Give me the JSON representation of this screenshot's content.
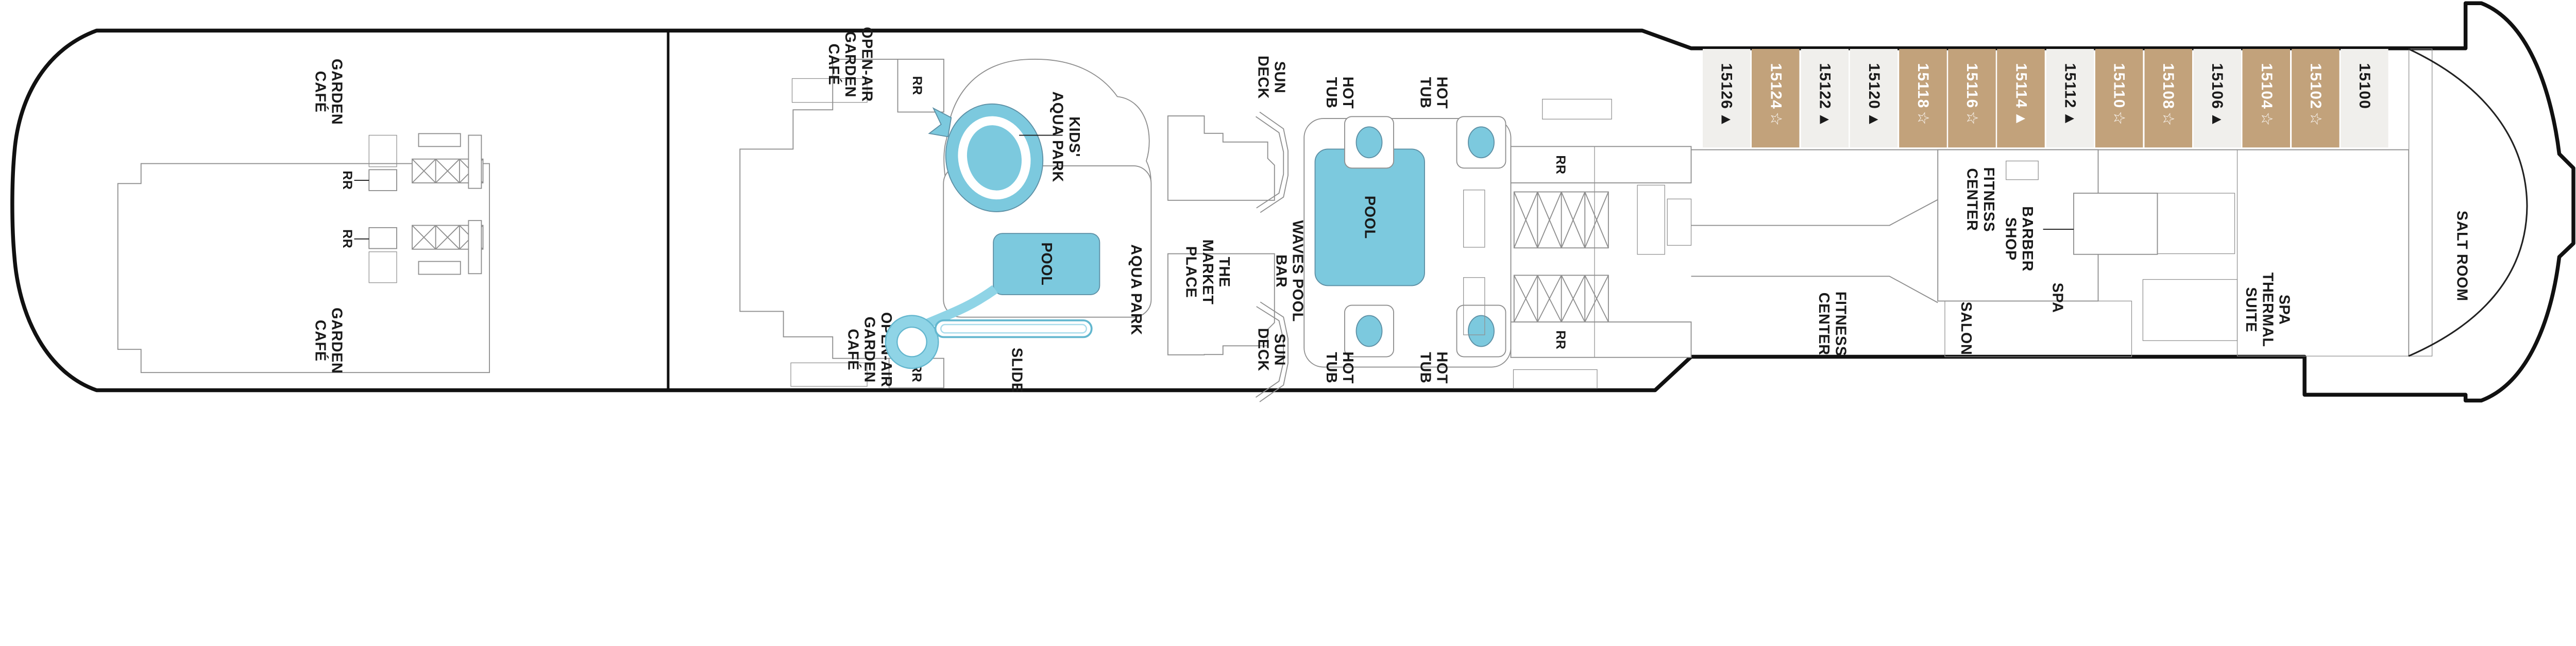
{
  "plan_title": "cruise-ship-deck-plan",
  "colors": {
    "pool_fill": "#7cc9de",
    "pool_stroke": "#5d90a5",
    "slide_light": "#8fd4e6",
    "slide_stroke": "#63b7cf",
    "cabin_tan": "#c2a27b",
    "cabin_light": "#f0efec",
    "hull": "#111111",
    "room_line": "#8f8f8f",
    "label": "#1a1a1a"
  },
  "labels": {
    "garden_cafe": {
      "l1": "GARDEN",
      "l2": "CAFÉ"
    },
    "open_air_garden_cafe": {
      "l1": "OPEN-AIR",
      "l2": "GARDEN",
      "l3": "CAFÉ"
    },
    "rr": "RR",
    "kids_aqua_park": {
      "l1": "KIDS'",
      "l2": "AQUA PARK"
    },
    "pool": "POOL",
    "slide": "SLIDE",
    "aqua_park": "AQUA PARK",
    "the_market_place": {
      "l1": "THE",
      "l2": "MARKET",
      "l3": "PLACE"
    },
    "sun_deck": {
      "l1": "SUN",
      "l2": "DECK"
    },
    "waves_pool_bar": {
      "l1": "WAVES POOL",
      "l2": "BAR"
    },
    "hot_tub": {
      "l1": "HOT",
      "l2": "TUB"
    },
    "fitness_center": {
      "l1": "FITNESS",
      "l2": "CENTER"
    },
    "barber_shop": {
      "l1": "BARBER",
      "l2": "SHOP"
    },
    "spa": "SPA",
    "salon": "SALON",
    "spa_thermal_suite": {
      "l1": "SPA",
      "l2": "THERMAL",
      "l3": "SUITE"
    },
    "salt_room": "SALT ROOM"
  },
  "cabins": [
    {
      "number": "15126",
      "symbol": "▲",
      "fill": "#f0efec",
      "text_color": "#1a1a1a"
    },
    {
      "number": "15124",
      "symbol": "☆",
      "fill": "#c2a27b",
      "text_color": "#ffffff"
    },
    {
      "number": "15122",
      "symbol": "▲",
      "fill": "#f0efec",
      "text_color": "#1a1a1a"
    },
    {
      "number": "15120",
      "symbol": "▲",
      "fill": "#f0efec",
      "text_color": "#1a1a1a"
    },
    {
      "number": "15118",
      "symbol": "☆",
      "fill": "#c2a27b",
      "text_color": "#ffffff"
    },
    {
      "number": "15116",
      "symbol": "☆",
      "fill": "#c2a27b",
      "text_color": "#ffffff"
    },
    {
      "number": "15114",
      "symbol": "▲",
      "fill": "#c2a27b",
      "text_color": "#ffffff"
    },
    {
      "number": "15112",
      "symbol": "▲",
      "fill": "#f0efec",
      "text_color": "#1a1a1a"
    },
    {
      "number": "15110",
      "symbol": "☆",
      "fill": "#c2a27b",
      "text_color": "#ffffff"
    },
    {
      "number": "15108",
      "symbol": "☆",
      "fill": "#c2a27b",
      "text_color": "#ffffff"
    },
    {
      "number": "15106",
      "symbol": "▲",
      "fill": "#f0efec",
      "text_color": "#1a1a1a"
    },
    {
      "number": "15104",
      "symbol": "☆",
      "fill": "#c2a27b",
      "text_color": "#ffffff"
    },
    {
      "number": "15102",
      "symbol": "☆",
      "fill": "#c2a27b",
      "text_color": "#ffffff"
    },
    {
      "number": "15100",
      "symbol": "",
      "fill": "#f0efec",
      "text_color": "#1a1a1a"
    }
  ]
}
